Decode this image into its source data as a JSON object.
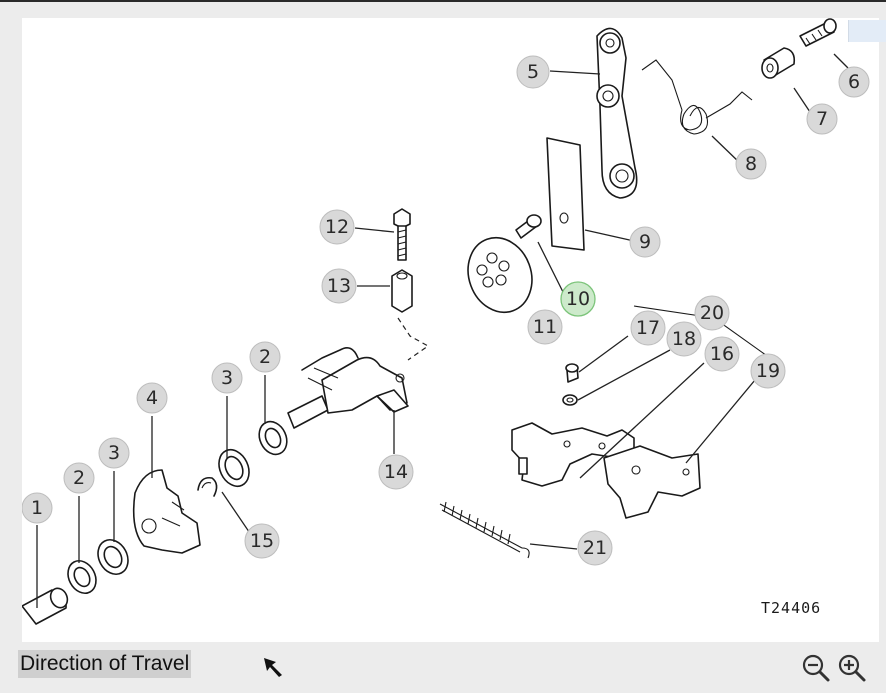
{
  "diagram": {
    "drawing_id": "T24406",
    "active_callout": "10",
    "callouts": [
      {
        "label": "1"
      },
      {
        "label": "2"
      },
      {
        "label": "3"
      },
      {
        "label": "4"
      },
      {
        "label": "3"
      },
      {
        "label": "2"
      },
      {
        "label": "15"
      },
      {
        "label": "12"
      },
      {
        "label": "13"
      },
      {
        "label": "14"
      },
      {
        "label": "5"
      },
      {
        "label": "6"
      },
      {
        "label": "7"
      },
      {
        "label": "8"
      },
      {
        "label": "9"
      },
      {
        "label": "10"
      },
      {
        "label": "11"
      },
      {
        "label": "17"
      },
      {
        "label": "18"
      },
      {
        "label": "20"
      },
      {
        "label": "16"
      },
      {
        "label": "19"
      },
      {
        "label": "21"
      }
    ]
  },
  "footer": {
    "legend_label": "Direction of Travel",
    "arrow_icon": "direction-arrow-icon",
    "zoom_out_icon": "zoom-out-icon",
    "zoom_in_icon": "zoom-in-icon"
  }
}
